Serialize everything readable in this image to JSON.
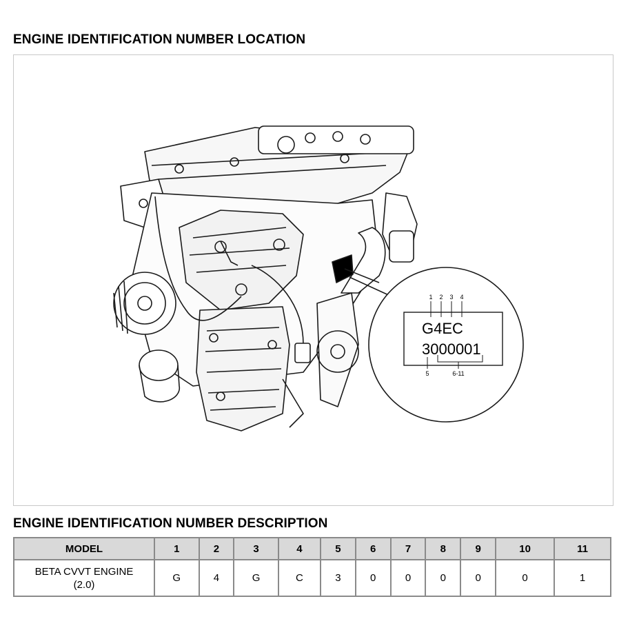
{
  "sections": {
    "location_title": "ENGINE IDENTIFICATION NUMBER LOCATION",
    "description_title": "ENGINE IDENTIFICATION NUMBER DESCRIPTION"
  },
  "callout": {
    "digit_labels": [
      "1",
      "2",
      "3",
      "4"
    ],
    "engine_code": "G4EC",
    "serial": "3000001",
    "bottom_labels": [
      "5",
      "6-11"
    ]
  },
  "table": {
    "headers": [
      "MODEL",
      "1",
      "2",
      "3",
      "4",
      "5",
      "6",
      "7",
      "8",
      "9",
      "10",
      "11"
    ],
    "rows": [
      {
        "model_line1": "BETA CVVT ENGINE",
        "model_line2": "(2.0)",
        "values": [
          "G",
          "4",
          "G",
          "C",
          "3",
          "0",
          "0",
          "0",
          "0",
          "0",
          "1"
        ]
      }
    ]
  }
}
